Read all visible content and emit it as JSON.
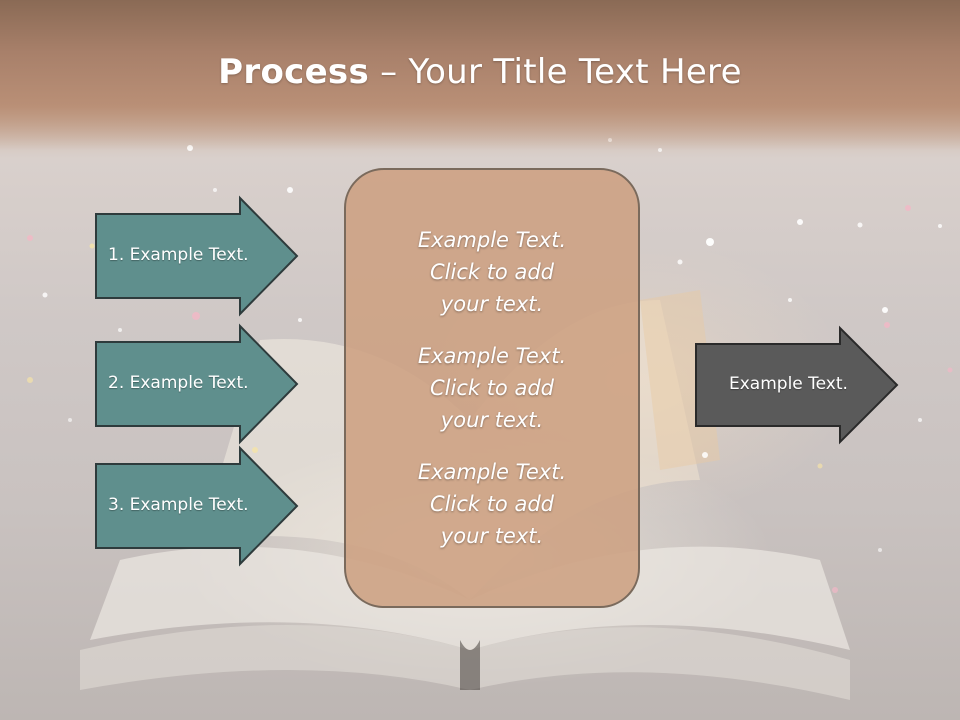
{
  "slide": {
    "title_bold": "Process",
    "title_rest": " – Your Title Text Here"
  },
  "left_arrows": [
    {
      "label": "1. Example Text."
    },
    {
      "label": "2. Example Text."
    },
    {
      "label": "3. Example Text."
    }
  ],
  "center_box": {
    "items": [
      "Example Text.\nClick  to add\nyour text.",
      "Example Text.\nClick  to add\nyour text.",
      "Example Text.\nClick  to add\nyour text."
    ]
  },
  "right_arrow": {
    "label": "Example Text."
  },
  "colors": {
    "left_arrow_fill": "#5f8f8d",
    "right_arrow_fill": "#5a5a5a",
    "center_box_fill": "#cda082",
    "title_band": "#a8806a"
  }
}
